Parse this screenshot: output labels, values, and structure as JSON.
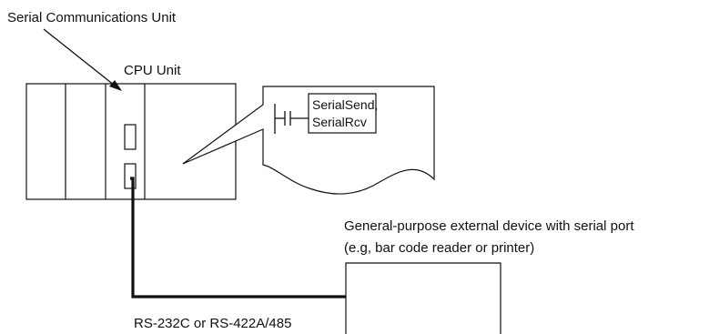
{
  "labels": {
    "serial_unit": "Serial Communications Unit",
    "cpu_unit": "CPU Unit",
    "instruction_line1": "SerialSend,",
    "instruction_line2": "SerialRcv",
    "device_line1": "General-purpose external device with serial port",
    "device_line2": "(e.g, bar code reader or printer)",
    "cable": "RS-232C or RS-422A/485"
  },
  "colors": {
    "stroke": "#111111",
    "background": "#ffffff"
  },
  "icons": {
    "ladder_contact": "normally-open-contact-icon"
  }
}
